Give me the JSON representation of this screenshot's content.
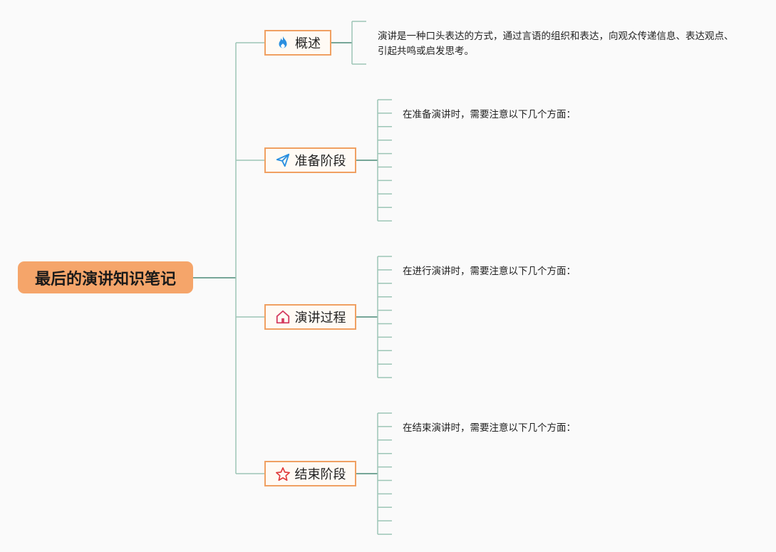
{
  "root": {
    "title": "最后的演讲知识笔记"
  },
  "branches": [
    {
      "label": "概述",
      "icon": "flame-icon",
      "icon_color": "#2a8fe0",
      "text": "演讲是一种口头表达的方式，通过言语的组织和表达，向观众传递信息、表达观点、引起共鸣或启发思考。"
    },
    {
      "label": "准备阶段",
      "icon": "paper-plane-icon",
      "icon_color": "#2a8fe0",
      "text": "在准备演讲时，需要注意以下几个方面："
    },
    {
      "label": "演讲过程",
      "icon": "house-icon",
      "icon_color": "#d43c60",
      "text": "在进行演讲时，需要注意以下几个方面："
    },
    {
      "label": "结束阶段",
      "icon": "star-icon",
      "icon_color": "#e03c3c",
      "text": "在结束演讲时，需要注意以下几个方面："
    }
  ],
  "colors": {
    "root_fill": "#f5a56a",
    "node_border": "#f0a062",
    "connector": "#4a8a78",
    "leaf_line": "#9cc5b6"
  }
}
